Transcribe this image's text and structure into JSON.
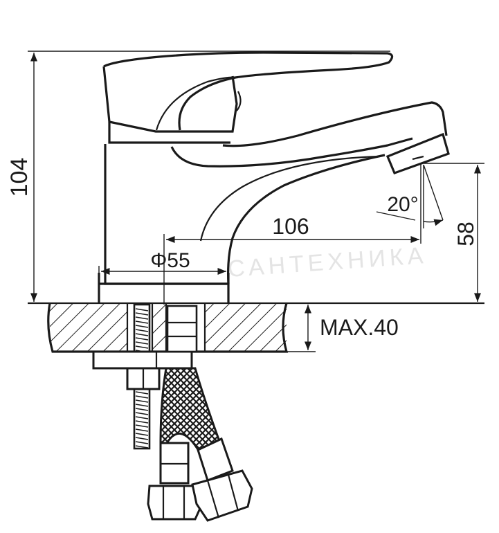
{
  "dimensions": {
    "height_total": "104",
    "spout_reach": "106",
    "spout_height": "58",
    "base_diameter": "Φ55",
    "spray_angle": "20°",
    "max_thickness": "MAX.40"
  },
  "watermark": "САНТЕХНИКА",
  "colors": {
    "line": "#1a1a1a",
    "background": "#ffffff",
    "watermark": "#e4e4e4"
  }
}
